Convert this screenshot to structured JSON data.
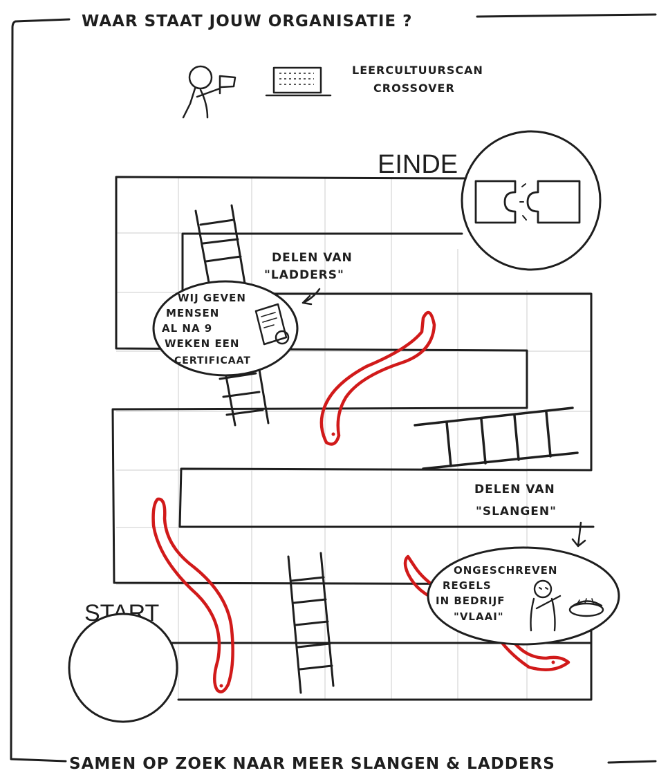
{
  "frame": {
    "title": "WAAR STAAT JOUW ORGANISATIE ?",
    "footer": "SAMEN OP ZOEK NAAR MEER SLANGEN & LADDERS"
  },
  "header": {
    "scan_line1": "LEERCULTUURSCAN",
    "scan_line2": "CROSSOVER"
  },
  "board": {
    "end_label": "EINDE",
    "start_label": "START"
  },
  "callouts": {
    "ladders_line1": "DELEN VAN",
    "ladders_line2": "\"LADDERS\"",
    "ladder_bubble": [
      "WIJ GEVEN",
      "MENSEN",
      "AL NA 9",
      "WEKEN EEN",
      "CERTIFICAAT"
    ],
    "snakes_line1": "DELEN VAN",
    "snakes_line2": "\"SLANGEN\"",
    "snake_bubble": [
      "ONGESCHREVEN",
      "REGELS",
      "IN BEDRIJF",
      "\"VLAAI\""
    ]
  },
  "colors": {
    "ink": "#1e1e1e",
    "snake": "#d11a1a",
    "grid": "#d6d6d6"
  },
  "icons": [
    "person-with-flag-icon",
    "laptop-icon",
    "puzzle-icon",
    "certificate-icon",
    "person-icon",
    "pie-icon"
  ]
}
